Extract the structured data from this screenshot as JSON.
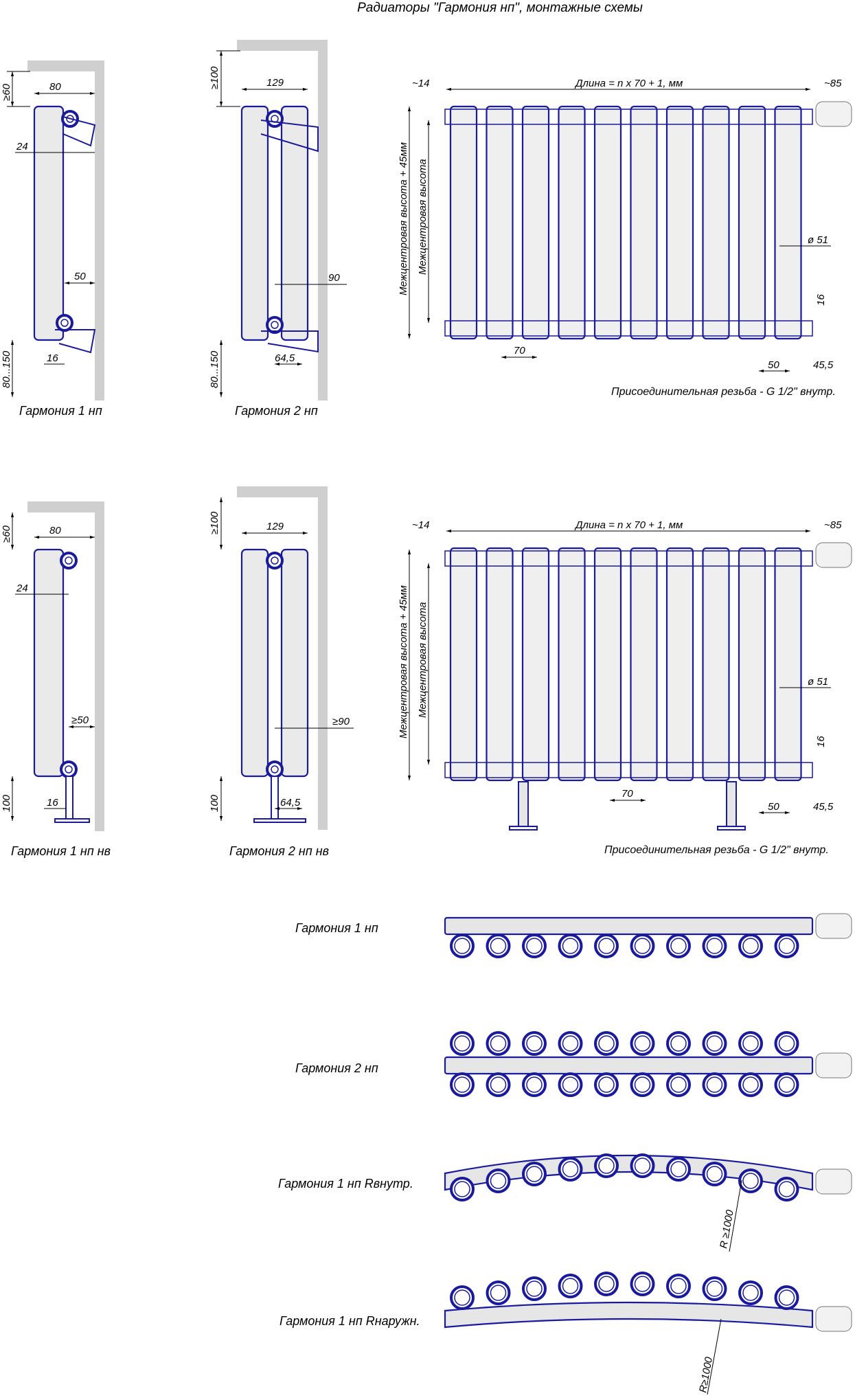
{
  "title": "Радиаторы \"Гармония нп\", монтажные схемы",
  "side_views": {
    "top_row": {
      "left": {
        "caption": "Гармония 1 нп",
        "dims": {
          "top_gap": "≥60",
          "depth": "80",
          "offset": "24",
          "valve": "50",
          "pipe": "16",
          "bottom_gap": "80...150"
        }
      },
      "right": {
        "caption": "Гармония 2 нп",
        "dims": {
          "top_gap": "≥100",
          "depth": "129",
          "valve": "90",
          "pipe": "64,5",
          "bottom_gap": "80...150"
        }
      }
    },
    "bottom_row": {
      "left": {
        "caption": "Гармония 1 нп нв",
        "dims": {
          "top_gap": "≥60",
          "depth": "80",
          "offset": "24",
          "valve": "≥50",
          "pipe": "16",
          "bottom_gap": "100"
        }
      },
      "right": {
        "caption": "Гармония 2 нп нв",
        "dims": {
          "top_gap": "≥100",
          "depth": "129",
          "valve": "≥90",
          "pipe": "64,5",
          "bottom_gap": "100"
        }
      }
    }
  },
  "front_views": {
    "top": {
      "length_label": "Длина = n x 70 + 1, мм",
      "left_gap": "~14",
      "right_gap": "~85",
      "height_outer": "Межцентровая высота + 45мм",
      "height_inner": "Межцентровая высота",
      "diameter": "ø 51",
      "d16": "16",
      "pitch": "70",
      "d50": "50",
      "d45": "45,5",
      "note": "Присоединительная резьба - G 1/2\" внутр."
    },
    "bottom": {
      "length_label": "Длина = n x 70 + 1, мм",
      "left_gap": "~14",
      "right_gap": "~85",
      "height_outer": "Межцентровая высота + 45мм",
      "height_inner": "Межцентровая высота",
      "diameter": "ø 51",
      "d16": "16",
      "pitch": "70",
      "d50": "50",
      "d45": "45,5",
      "note": "Присоединительная резьба - G 1/2\" внутр."
    }
  },
  "plan_views": {
    "one": {
      "caption": "Гармония 1 нп"
    },
    "two": {
      "caption": "Гармония 2 нп"
    },
    "inner": {
      "caption": "Гармония 1 нп Rвнутр.",
      "radius": "R ≥1000"
    },
    "outer": {
      "caption": "Гармония 1 нп Rнаружн.",
      "radius": "R≥1000"
    }
  },
  "colors": {
    "outline": "#1a1a9c",
    "wall": "#cfcfcf",
    "fill": "#eaeaea",
    "valve_red": "#d0002a"
  }
}
